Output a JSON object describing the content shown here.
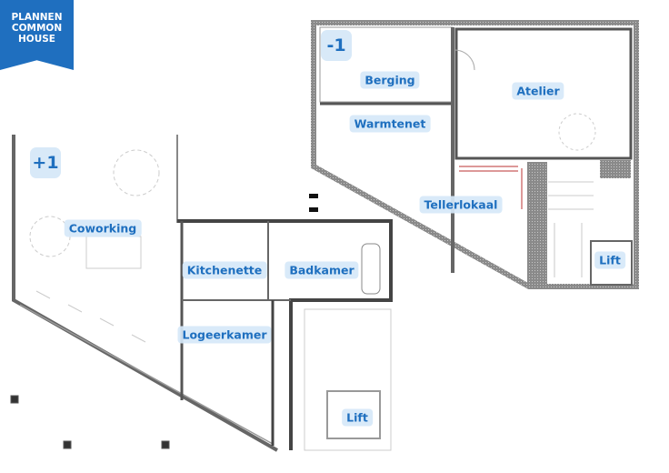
{
  "banner": {
    "lines": [
      "PLANNEN",
      "COMMON",
      "HOUSE"
    ],
    "color": "#1f6fbf"
  },
  "level_minus1": {
    "level": "-1",
    "rooms": {
      "berging": "Berging",
      "atelier": "Atelier",
      "warmtenet": "Warmtenet",
      "tellerlokaal": "Tellerlokaal",
      "lift": "Lift"
    }
  },
  "level_plus1": {
    "level": "+1",
    "rooms": {
      "coworking": "Coworking",
      "kitchenette": "Kitchenette",
      "badkamer": "Badkamer",
      "logeerkamer": "Logeerkamer",
      "lift": "Lift"
    }
  },
  "colors": {
    "label_bg": "#d6e8f8",
    "label_text": "#1e6fbf",
    "wall": "#6b6b6b"
  }
}
